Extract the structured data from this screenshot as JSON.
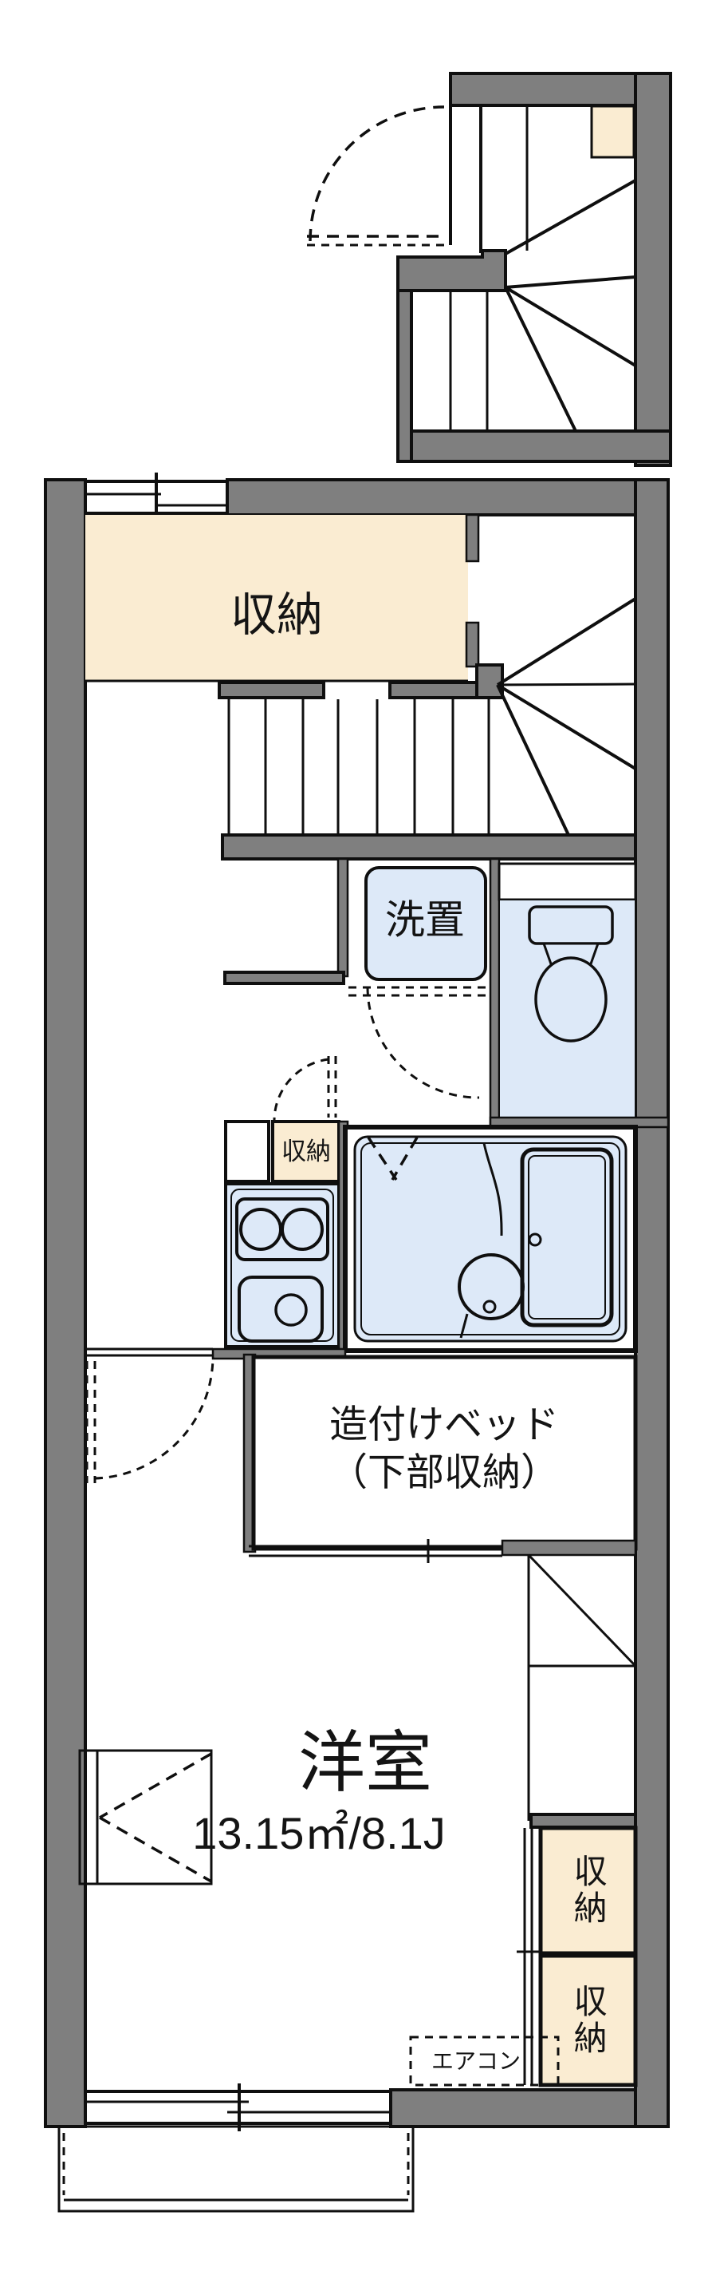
{
  "floorplan": {
    "labels": {
      "storage_main": "収納",
      "storage_kitchen": "収納",
      "washer_space": "洗置",
      "bed_line1": "造付けベッド",
      "bed_line2": "（下部収納）",
      "room_name": "洋室",
      "room_area": "13.15㎡/8.1J",
      "storage_right_top": "収納",
      "storage_right_bottom": "収納",
      "aircon": "エアコン"
    },
    "colors": {
      "wall_gray": "#7f7f7f",
      "storage_beige": "#faecd2",
      "fixture_blue": "#dde9f8",
      "line_black": "#0f0f0f",
      "background": "#ffffff"
    }
  }
}
